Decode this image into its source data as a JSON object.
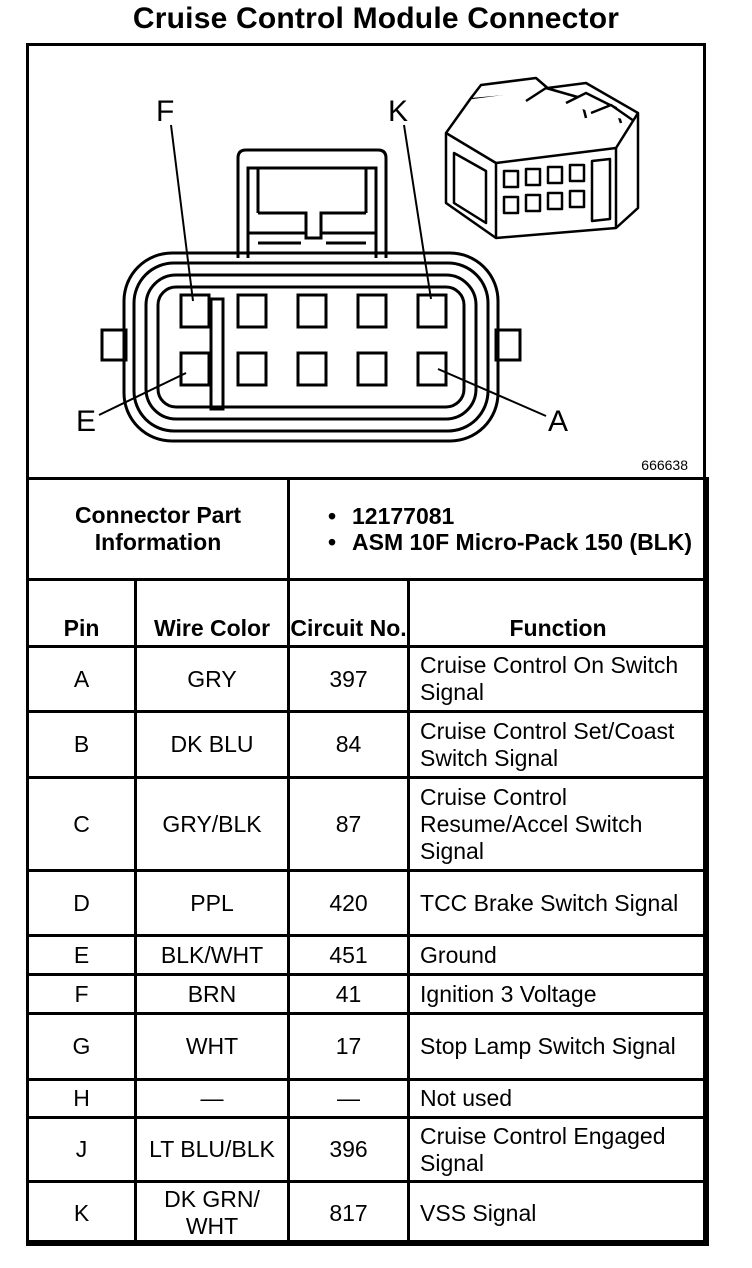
{
  "title": "Cruise Control Module Connector",
  "figure_id": "666638",
  "callouts": {
    "F": "F",
    "K": "K",
    "E": "E",
    "A": "A"
  },
  "connector_part_info": {
    "label": "Connector Part Information",
    "items": [
      "12177081",
      "ASM 10F Micro-Pack 150 (BLK)"
    ]
  },
  "table": {
    "headers": {
      "pin": "Pin",
      "wire_color": "Wire Color",
      "circuit": "Circuit No.",
      "function": "Function"
    },
    "rows": [
      {
        "pin": "A",
        "wire": "GRY",
        "circuit": "397",
        "function": "Cruise Control On Switch Signal"
      },
      {
        "pin": "B",
        "wire": "DK BLU",
        "circuit": "84",
        "function": "Cruise Control Set/Coast Switch Signal"
      },
      {
        "pin": "C",
        "wire": "GRY/BLK",
        "circuit": "87",
        "function": "Cruise Control Resume/Accel Switch Signal"
      },
      {
        "pin": "D",
        "wire": "PPL",
        "circuit": "420",
        "function": "TCC Brake Switch Signal"
      },
      {
        "pin": "E",
        "wire": "BLK/WHT",
        "circuit": "451",
        "function": "Ground"
      },
      {
        "pin": "F",
        "wire": "BRN",
        "circuit": "41",
        "function": "Ignition 3 Voltage"
      },
      {
        "pin": "G",
        "wire": "WHT",
        "circuit": "17",
        "function": "Stop Lamp Switch Signal"
      },
      {
        "pin": "H",
        "wire": "—",
        "circuit": "—",
        "function": "Not used"
      },
      {
        "pin": "J",
        "wire": "LT BLU/BLK",
        "circuit": "396",
        "function": "Cruise Control Engaged Signal"
      },
      {
        "pin": "K",
        "wire": "DK GRN/ WHT",
        "circuit": "817",
        "function": "VSS Signal"
      }
    ]
  }
}
